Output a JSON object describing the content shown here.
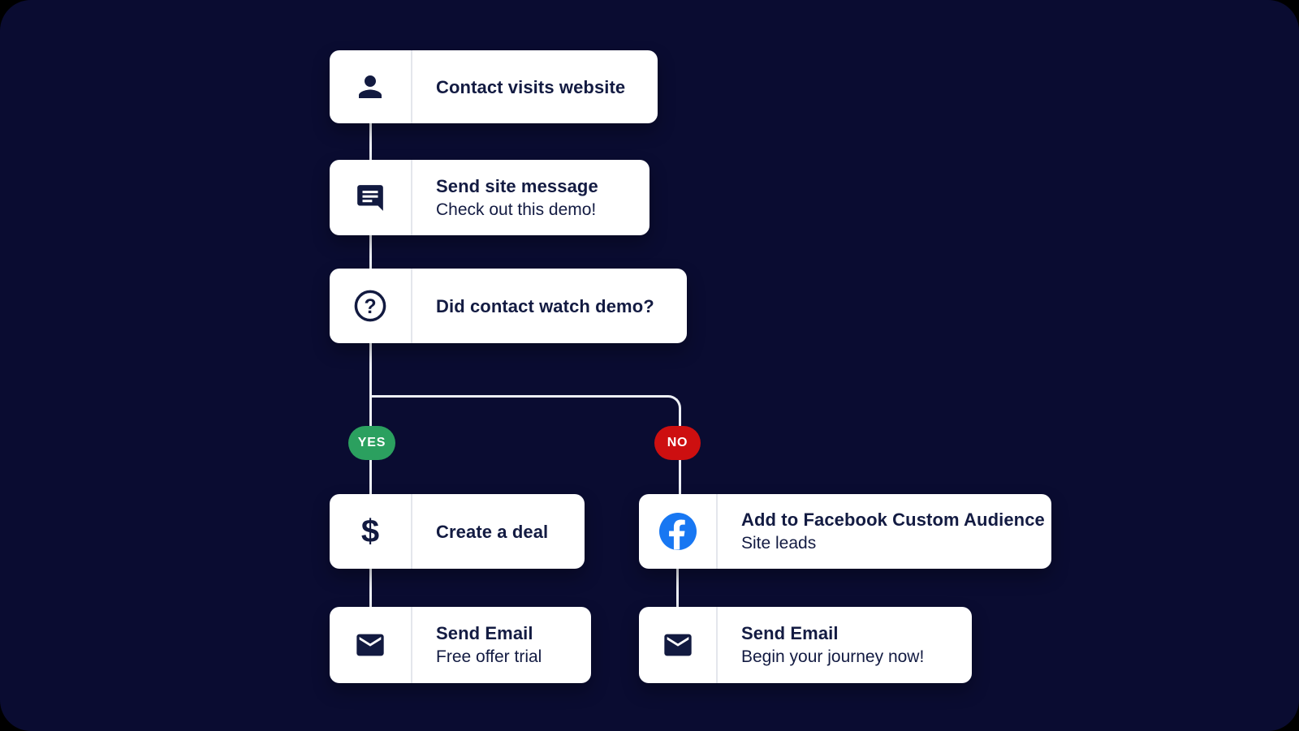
{
  "diagram": {
    "type": "flowchart",
    "description": "Marketing automation workflow on dark canvas",
    "colors": {
      "canvas_outer": "#000000",
      "panel_background": "#0a0c31",
      "connector_line": "#edeff5",
      "card_background": "#ffffff",
      "card_divider": "#e4e6ec",
      "text": "#131b42",
      "yes_pill": "#2ba05f",
      "no_pill": "#cd0f10",
      "facebook_blue": "#1877F2"
    },
    "nodes": [
      {
        "id": "contact-visits-website",
        "icon": "person-icon",
        "title": "Contact visits website",
        "subtitle": ""
      },
      {
        "id": "send-site-message",
        "icon": "chat-icon",
        "title": "Send site message",
        "subtitle": "Check out this demo!"
      },
      {
        "id": "did-contact-watch-demo",
        "icon": "help-icon",
        "title": "Did contact watch demo?",
        "subtitle": ""
      },
      {
        "id": "create-a-deal",
        "icon": "dollar-icon",
        "title": "Create a deal",
        "subtitle": ""
      },
      {
        "id": "add-to-facebook-custom-audience",
        "icon": "facebook-icon",
        "title": "Add to Facebook Custom Audience",
        "subtitle": "Site leads"
      },
      {
        "id": "send-email-free-offer-trial",
        "icon": "email-icon",
        "title": "Send Email",
        "subtitle": "Free offer trial"
      },
      {
        "id": "send-email-begin-your-journey",
        "icon": "email-icon",
        "title": "Send Email",
        "subtitle": "Begin your journey now!"
      }
    ],
    "branch": {
      "question_node": "did-contact-watch-demo",
      "yes_label": "YES",
      "no_label": "NO",
      "yes_path": [
        "create-a-deal",
        "send-email-free-offer-trial"
      ],
      "no_path": [
        "add-to-facebook-custom-audience",
        "send-email-begin-your-journey"
      ]
    },
    "dollar_glyph": "$",
    "help_glyph": "?"
  }
}
